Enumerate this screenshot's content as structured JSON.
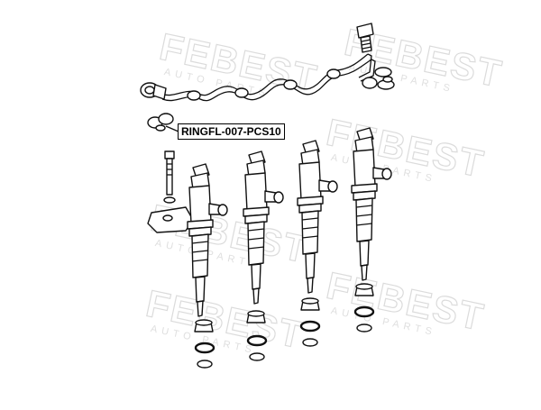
{
  "callout": {
    "part_number": "RINGFL-007-PCS10"
  },
  "watermark": {
    "brand": "FEBEST",
    "tagline": "AUTO PARTS"
  },
  "highlight_color": "#000000"
}
